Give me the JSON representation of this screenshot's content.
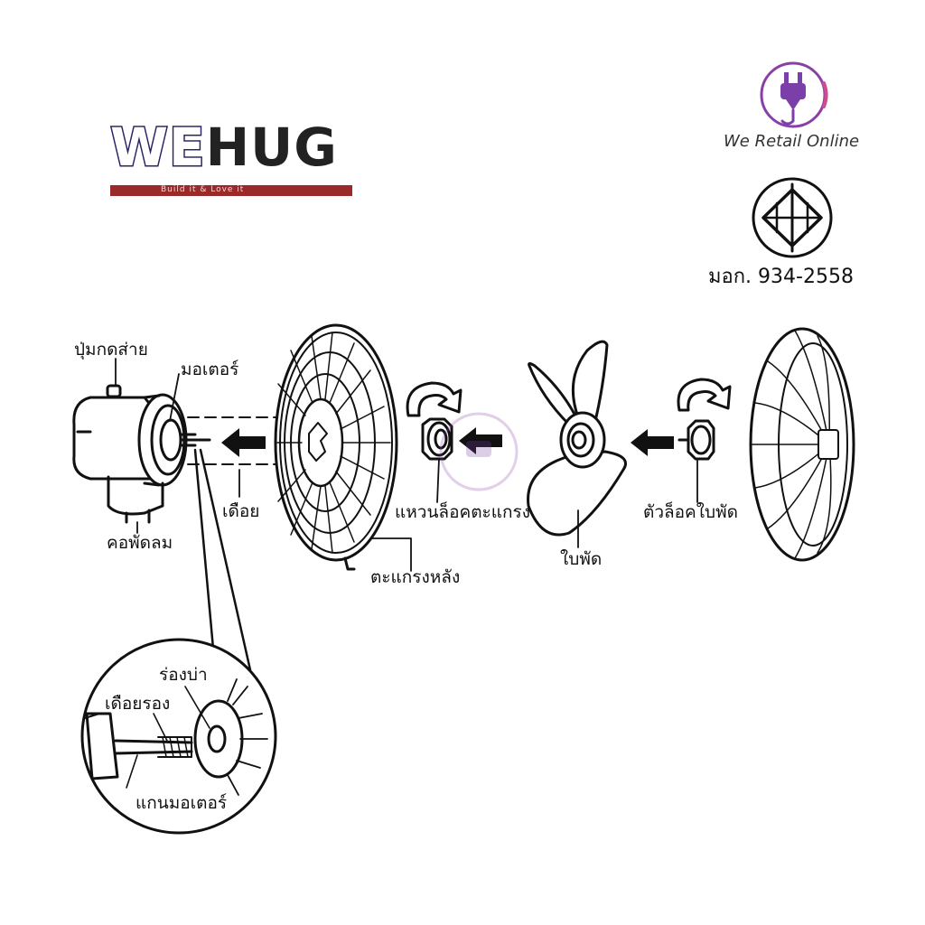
{
  "brand": {
    "name_we": "WE",
    "name_hug": "HUG",
    "tagline": "Build it & Love it",
    "colors": {
      "navy": "#2a2563",
      "red": "#9a2a2a"
    }
  },
  "retailer": {
    "name": "We Retail Online",
    "icon": "plug-icon",
    "colors": {
      "purple": "#7a3fa8",
      "pink": "#d24a8f"
    }
  },
  "certification": {
    "icon": "tis-standard-mark-icon",
    "code": "มอก. 934-2558"
  },
  "labels": {
    "switch_button": "ปุ่มกดส่าย",
    "motor": "มอเตอร์",
    "fan_neck": "คอพัดลม",
    "thread": "เดือย",
    "rear_guard": "ตะแกรงหลัง",
    "guard_lock_ring": "แหวนล็อคตะแกรง",
    "blade": "ใบพัด",
    "blade_lock": "ตัวล็อคใบพัด",
    "shoulder_groove": "ร่องบ่า",
    "secondary_pin": "เดือยรอง",
    "motor_shaft": "แกนมอเตอร์"
  }
}
